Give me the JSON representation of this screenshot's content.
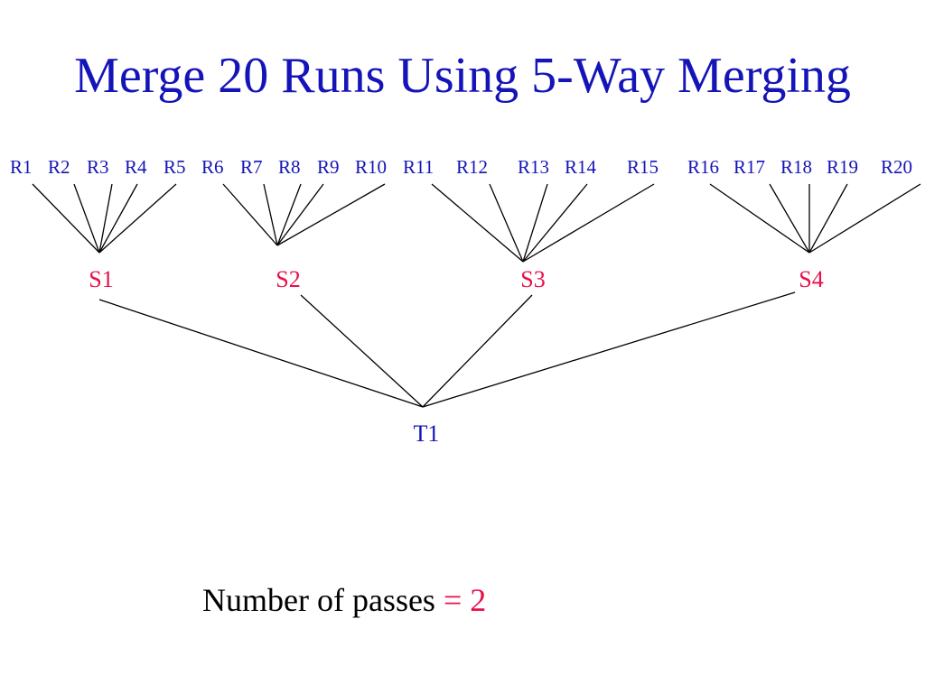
{
  "slide": {
    "title": "Merge 20 Runs Using 5-Way Merging"
  },
  "colors": {
    "title": "#1414b8",
    "run_label": "#1414b8",
    "intermediate_label": "#e8104a",
    "final_label": "#1414b8",
    "edge": "#000000",
    "value": "#e8104a"
  },
  "tree": {
    "runs": [
      "R1",
      "R2",
      "R3",
      "R4",
      "R5",
      "R6",
      "R7",
      "R8",
      "R9",
      "R10",
      "R11",
      "R12",
      "R13",
      "R14",
      "R15",
      "R16",
      "R17",
      "R18",
      "R19",
      "R20"
    ],
    "intermediate": [
      {
        "label": "S1",
        "children": [
          "R1",
          "R2",
          "R3",
          "R4",
          "R5"
        ]
      },
      {
        "label": "S2",
        "children": [
          "R6",
          "R7",
          "R8",
          "R9",
          "R10"
        ]
      },
      {
        "label": "S3",
        "children": [
          "R11",
          "R12",
          "R13",
          "R14",
          "R15"
        ]
      },
      {
        "label": "S4",
        "children": [
          "R16",
          "R17",
          "R18",
          "R19",
          "R20"
        ]
      }
    ],
    "root": {
      "label": "T1",
      "children": [
        "S1",
        "S2",
        "S3",
        "S4"
      ]
    }
  },
  "footer": {
    "text": "Number of passes",
    "equals": "=",
    "value": "2"
  }
}
